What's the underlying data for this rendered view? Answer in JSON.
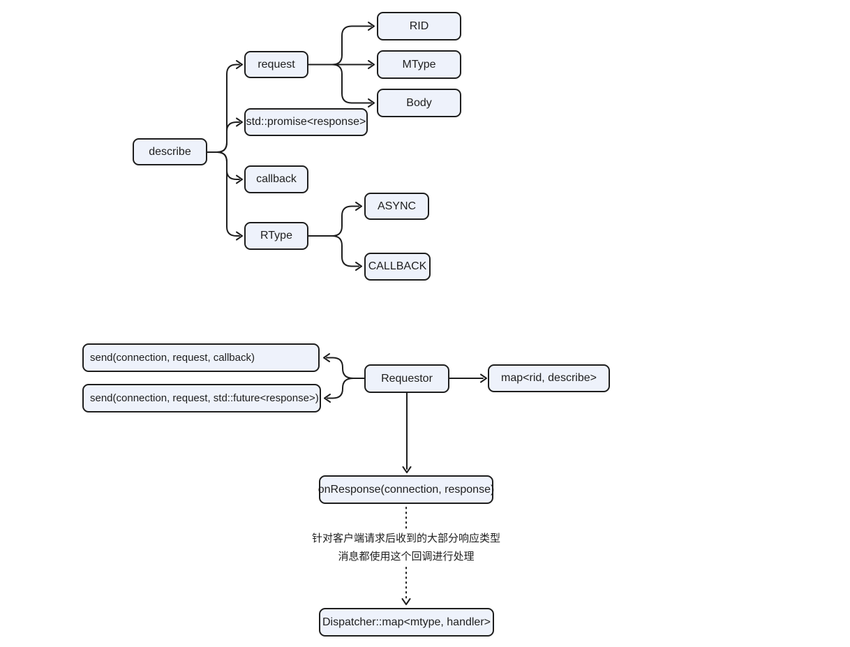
{
  "canvas": {
    "background": "#ffffff"
  },
  "palette": {
    "node_fill": "#eef2fb",
    "node_border": "#1e1e1e",
    "text": "#1e1e1e",
    "connector": "#1e1e1e"
  },
  "nodes": {
    "describe": "describe",
    "request": "request",
    "std_promise": "std::promise<response>",
    "callback": "callback",
    "rtype": "RType",
    "rid": "RID",
    "mtype": "MType",
    "body": "Body",
    "async_opt": "ASYNC",
    "callback_opt": "CALLBACK",
    "send_callback": "send(connection, request, callback)",
    "send_future": "send(connection, request, std::future<response>)",
    "requestor": "Requestor",
    "map_rid": "map<rid, describe>",
    "on_response": "onResponse(connection, response)",
    "dispatcher_map": "Dispatcher::map<mtype, handler>"
  },
  "annotation": {
    "line1": "针对客户端请求后收到的大部分响应类型",
    "line2": "消息都使用这个回调进行处理"
  }
}
